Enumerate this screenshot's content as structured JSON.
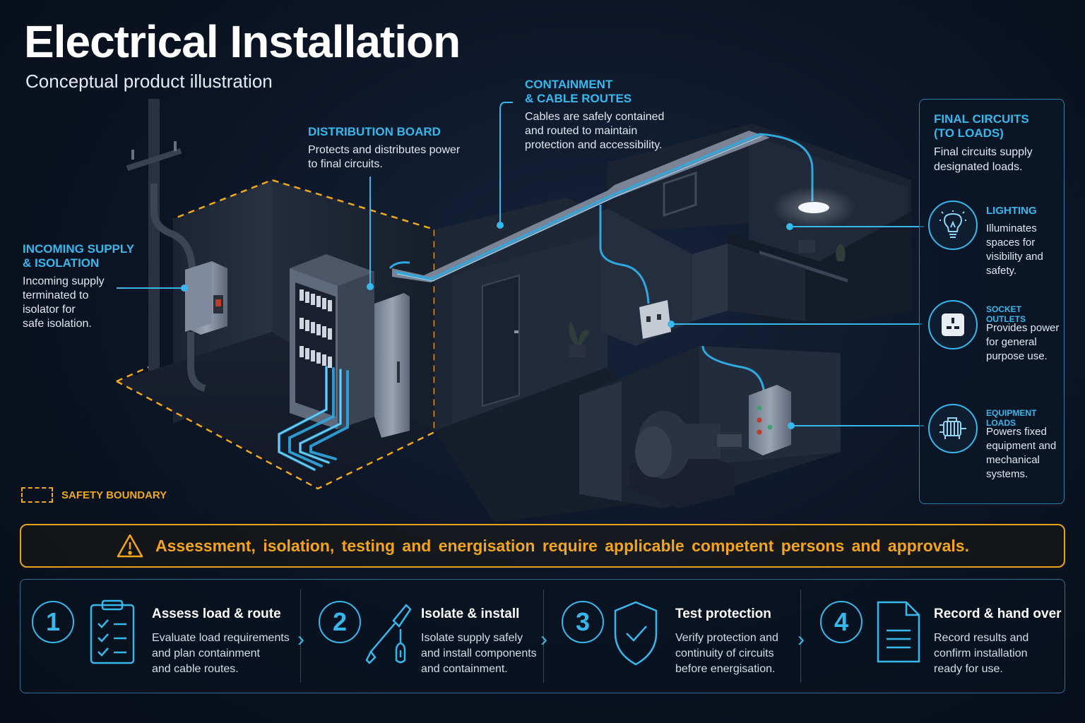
{
  "header": {
    "title": "Electrical Installation",
    "subtitle": "Conceptual product illustration"
  },
  "callouts": {
    "incoming": {
      "title_1": "INCOMING SUPPLY",
      "title_2": "& ISOLATION",
      "body": [
        "Incoming supply",
        "terminated to",
        "isolator for",
        "safe isolation."
      ]
    },
    "distribution": {
      "title": "DISTRIBUTION BOARD",
      "body": [
        "Protects and distributes power",
        "to final circuits."
      ]
    },
    "containment": {
      "title_1": "CONTAINMENT",
      "title_2": "& CABLE ROUTES",
      "body": [
        "Cables are safely contained",
        "and routed to maintain",
        "protection and accessibility."
      ]
    }
  },
  "final_circuits": {
    "title_1": "FINAL CIRCUITS",
    "title_2": "(TO LOADS)",
    "body": [
      "Final circuits supply",
      "designated loads."
    ],
    "loads": [
      {
        "name": "LIGHTING",
        "icon": "lightbulb-icon",
        "desc": [
          "Illuminates",
          "spaces for",
          "visibility and",
          "safety."
        ]
      },
      {
        "name": "SOCKET OUTLETS",
        "icon": "socket-icon",
        "desc": [
          "Provides power",
          "for general",
          "purpose use."
        ]
      },
      {
        "name": "EQUIPMENT LOADS",
        "icon": "motor-icon",
        "desc": [
          "Powers fixed",
          "equipment and",
          "mechanical",
          "systems."
        ]
      }
    ]
  },
  "legend": {
    "safety_boundary": "SAFETY BOUNDARY"
  },
  "warning": {
    "text": "Assessment, isolation, testing and energisation require applicable competent persons and approvals."
  },
  "steps": [
    {
      "number": "1",
      "icon": "checklist-icon",
      "title": "Assess load & route",
      "desc": [
        "Evaluate load requirements",
        "and plan containment",
        "and cable routes."
      ]
    },
    {
      "number": "2",
      "icon": "screwdriver-icon",
      "title": "Isolate & install",
      "desc": [
        "Isolate supply safely",
        "and install components",
        "and containment."
      ]
    },
    {
      "number": "3",
      "icon": "shield-check-icon",
      "title": "Test protection",
      "desc": [
        "Verify protection and",
        "continuity of circuits",
        "before energisation."
      ]
    },
    {
      "number": "4",
      "icon": "document-icon",
      "title": "Record & hand over",
      "desc": [
        "Record results and",
        "confirm installation",
        "ready for use."
      ]
    }
  ],
  "colors": {
    "accent": "#37b8ec",
    "warning": "#f2a51c",
    "background": "#0b1424"
  }
}
